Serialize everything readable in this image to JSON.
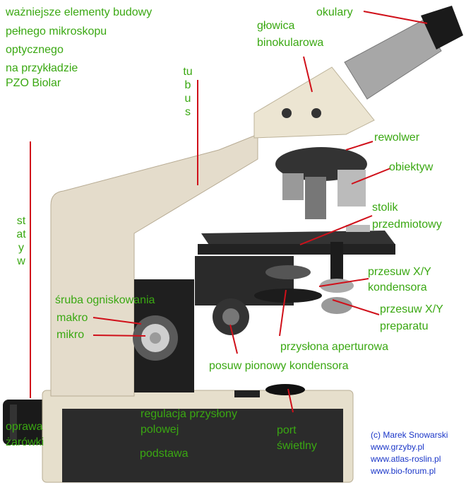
{
  "colors": {
    "label": "#3aa812",
    "leader": "#d0101a",
    "credit": "#1a36c8"
  },
  "title": {
    "lines": [
      "ważniejsze elementy budowy",
      "pełnego mikroskopu",
      "optycznego",
      "na przykładzie",
      "PZO Biolar"
    ]
  },
  "labels": {
    "okulary": "okulary",
    "glowica": "głowica\nbinokularowa",
    "tubus": "tubus",
    "rewolwer": "rewolwer",
    "obiektyw": "obiektyw",
    "stolik": "stolik\nprzedmiotowy",
    "statyw": "statyw",
    "przesuw_kond": "przesuw X/Y\nkondensora",
    "przesuw_prep": "przesuw X/Y\npreparatu",
    "sruba": "śruba ogniskowania",
    "makro": "makro",
    "mikro": "mikro",
    "przyslona_ap": "przysłona aperturowa",
    "posuw": "posuw pionowy kondensora",
    "regulacja": "regulacja przysłony\npolowej",
    "oprawa": "oprawa\nżarówki",
    "podstawa": "podstawa",
    "port": "port\nświetlny"
  },
  "credit": {
    "lines": [
      "(c) Marek Snowarski",
      "www.grzyby.pl",
      "www.atlas-roslin.pl",
      "www.bio-forum.pl"
    ]
  }
}
